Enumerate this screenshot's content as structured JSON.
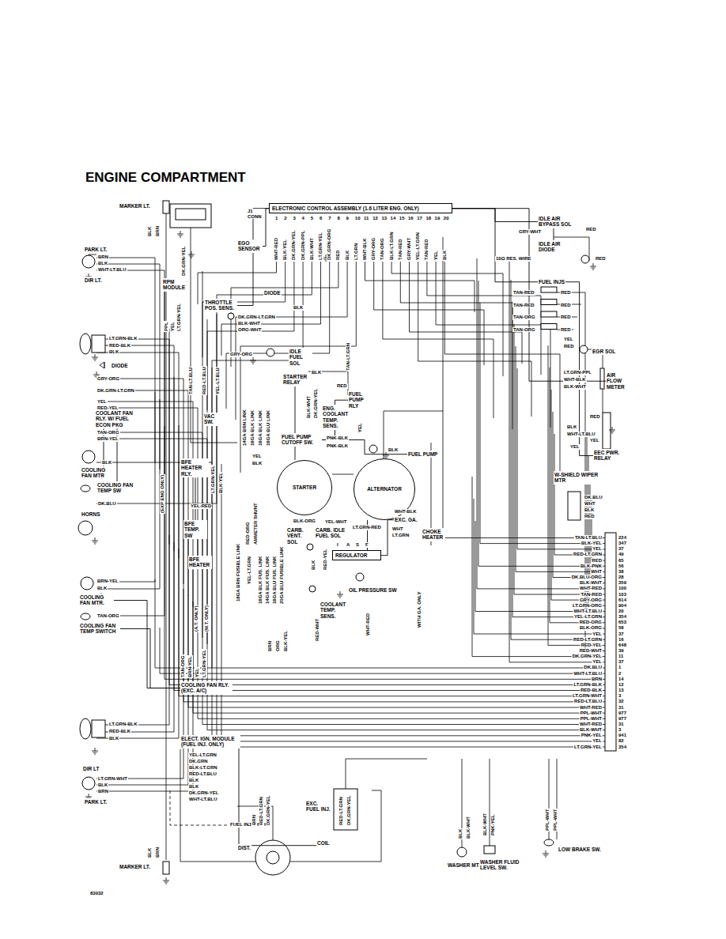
{
  "diagram": {
    "title": "ENGINE COMPARTMENT",
    "nodes": [
      {
        "text": [
          "MARKER LT."
        ]
      },
      {
        "text": [
          "ELECTRONIC CONTROL ASSEMBLY (1.6 LITER ENG. ONLY)"
        ]
      },
      {
        "text": [
          "EGO SENSOR"
        ]
      },
      {
        "text": [
          "IDLE AIR BYPASS SOL"
        ]
      },
      {
        "text": [
          "IDLE AIR DIODE"
        ]
      },
      {
        "text": [
          "FUEL INJS"
        ]
      },
      {
        "text": [
          "EGR SOL"
        ]
      },
      {
        "text": [
          "RPM MODULE"
        ]
      },
      {
        "text": [
          "THROTTLE POS. SENS."
        ]
      },
      {
        "text": [
          "IDLE FUEL SOL"
        ]
      },
      {
        "text": [
          "STARTER RELAY"
        ]
      },
      {
        "text": [
          "VAC SW."
        ]
      },
      {
        "text": [
          "ENG. COOLANT TEMP. SENS."
        ]
      },
      {
        "text": [
          "FUEL PUMP RLY"
        ]
      },
      {
        "text": [
          "FUEL PUMP CUTOFF SW."
        ]
      },
      {
        "text": [
          "FUEL PUMP"
        ]
      },
      {
        "text": [
          "AIR FLOW METER"
        ]
      },
      {
        "text": [
          "EEC PWR. RELAY"
        ]
      },
      {
        "text": [
          "STARTER"
        ]
      },
      {
        "text": [
          "ALTERNATOR"
        ]
      },
      {
        "text": [
          "W-SHIELD WIPER MTR"
        ]
      },
      {
        "text": [
          "BFE HEATER RLY."
        ]
      },
      {
        "text": [
          "BFE TEMP. SW"
        ]
      },
      {
        "text": [
          "BFE HEATER"
        ]
      },
      {
        "text": [
          "CARB. VENT. SOL"
        ]
      },
      {
        "text": [
          "CARB. IDLE FUEL SOL"
        ]
      },
      {
        "text": [
          "REGULATOR"
        ]
      },
      {
        "text": [
          "EXC. GA."
        ]
      },
      {
        "text": [
          "OIL PRESSURE SW"
        ]
      },
      {
        "text": [
          "COOLANT TEMP. SENS."
        ]
      },
      {
        "text": [
          "CHOKE HEATER"
        ]
      },
      {
        "text": [
          "COOLING FAN RLY. (EXC. A/C)"
        ]
      },
      {
        "text": [
          "ELECT. IGN. MODULE (FUEL INJ. ONLY)"
        ]
      },
      {
        "text": [
          "DIST."
        ]
      },
      {
        "text": [
          "COIL"
        ]
      },
      {
        "text": [
          "EXC. FUEL INJ."
        ]
      },
      {
        "text": [
          "WASHER MTR."
        ]
      },
      {
        "text": [
          "WASHER FLUID LEVEL SW."
        ]
      },
      {
        "text": [
          "LOW BRAKE SW."
        ]
      },
      {
        "text": [
          "PARK LT."
        ]
      },
      {
        "text": [
          "DIR LT."
        ]
      },
      {
        "text": [
          "COOLANT FAN RLY. W/ FUEL ECON PKG"
        ]
      },
      {
        "text": [
          "COOLING FAN MTR"
        ]
      },
      {
        "text": [
          "COOLING FAN TEMP SW"
        ]
      },
      {
        "text": [
          "HORNS"
        ]
      },
      {
        "text": [
          "COOLING FAN MTR."
        ]
      },
      {
        "text": [
          "COOLING FAN TEMP SWITCH"
        ]
      },
      {
        "text": [
          "DIR LT"
        ]
      },
      {
        "text": [
          "PARK LT."
        ]
      },
      {
        "text": [
          "MARKER LT."
        ]
      },
      {
        "text": [
          "DIODE"
        ]
      },
      {
        "text": [
          "DIODE"
        ]
      }
    ],
    "edges": [
      {
        "from": 1,
        "to": 2,
        "arrow": "none"
      },
      {
        "from": 1,
        "to": 8,
        "arrow": "none"
      },
      {
        "from": 1,
        "to": 3,
        "arrow": "none"
      },
      {
        "from": 3,
        "to": 4,
        "arrow": "none"
      },
      {
        "from": 1,
        "to": 5,
        "arrow": "none"
      },
      {
        "from": 5,
        "to": 17,
        "arrow": "none"
      },
      {
        "from": 1,
        "to": 16,
        "arrow": "none"
      },
      {
        "from": 10,
        "to": 18,
        "arrow": "none"
      },
      {
        "from": 19,
        "to": 26,
        "arrow": "none"
      },
      {
        "from": 26,
        "to": 27,
        "arrow": "none"
      },
      {
        "from": 13,
        "to": 14,
        "arrow": "none"
      },
      {
        "from": 14,
        "to": 15,
        "arrow": "none"
      },
      {
        "from": 32,
        "to": 33,
        "arrow": "none"
      },
      {
        "from": 34,
        "to": 33,
        "arrow": "none"
      },
      {
        "from": 21,
        "to": 22,
        "arrow": "none"
      },
      {
        "from": 22,
        "to": 23,
        "arrow": "none"
      },
      {
        "from": 43,
        "to": 41,
        "arrow": "none"
      },
      {
        "from": 41,
        "to": 42,
        "arrow": "none"
      },
      {
        "from": 46,
        "to": 31,
        "arrow": "none"
      },
      {
        "from": 45,
        "to": 31,
        "arrow": "none"
      }
    ],
    "labels": [
      "WHT-RED",
      "BLK-YEL",
      "DK.GRN-YEL",
      "DK.GRN-PPL",
      "BLK-WHT",
      "LT.GRN-YEL",
      "DK.GRN-ORG",
      "RED",
      "BLK",
      "LT.GRN",
      "WHT-BLK",
      "GRY-ORG",
      "TAN-ORG",
      "BLK-LT.GRN",
      "TAN-RED",
      "GRY-WHT",
      "YEL-LT.GRN",
      "TAN-RED",
      "YEL",
      "BLK",
      "1",
      "2",
      "3",
      "4",
      "5",
      "6",
      "7",
      "8",
      "9",
      "10",
      "11",
      "12",
      "13",
      "14",
      "15",
      "16",
      "17",
      "18",
      "19",
      "20",
      "J1 CONN",
      "GRY-WHT",
      "RED",
      "10Ω RES. WIRE",
      "RED",
      "TAN-RED",
      "RED",
      "TAN-RED",
      "RED",
      "TAN-ORG",
      "RED",
      "TAN-ORG",
      "RED",
      "YEL",
      "RED",
      "LT.GRN-PPL",
      "WHT-BLK",
      "BLK-WHT",
      "RED",
      "BLK",
      "WHT-LT.BLU",
      "YEL",
      "YEL",
      "DK.BLU",
      "WHT",
      "BLK",
      "RED",
      "TAN-LT.BLU",
      "BLK-YEL",
      "YEL",
      "RED-LT.GRN",
      "RED",
      "BLK-PNK",
      "WHT",
      "DK.BLU-ORG",
      "BLK-WHT",
      "WHT-RED",
      "TAN-RED",
      "GRY-ORG",
      "LT.GRN-ORG",
      "WHT-LT.BLU",
      "YEL-LT.GRN",
      "RED-ORG",
      "BLK-ORG",
      "YEL",
      "RED-LT.GRN",
      "RED-YEL",
      "RED-WHT",
      "DK.GRN-YEL",
      "YEL",
      "DK.BLU",
      "WHT-LT.BLU",
      "BRN",
      "LT.GRN-BLK",
      "RED-BLK",
      "LT.GRN-WHT",
      "RED-LT.BLU",
      "WHT-RED",
      "PPL-WHT",
      "PPL-WHT",
      "WHT-RED",
      "BLK-WHT",
      "PNK-YEL",
      "YEL",
      "LT.GRN-YEL",
      "224",
      "347",
      "37",
      "49",
      "65",
      "56",
      "38",
      "28",
      "359",
      "100",
      "103",
      "614",
      "904",
      "20",
      "354",
      "653",
      "58",
      "37",
      "16",
      "648",
      "39",
      "11",
      "37",
      "1",
      "2",
      "14",
      "12",
      "13",
      "3",
      "32",
      "31",
      "977",
      "977",
      "31",
      "3",
      "941",
      "82",
      "354",
      "BRN",
      "BLK",
      "WHT-LT.BLU",
      "LT.GRN-BLK",
      "RED-BLK",
      "BLK",
      "GRY-ORG",
      "DK.GRN-LT.GRN",
      "YEL",
      "RED-YEL",
      "TAN-ORG",
      "BRN-YEL",
      "BLK",
      "DK.BLU",
      "BRN-YEL",
      "BLK",
      "TAN-ORG",
      "LT.GRN-BLK",
      "RED-BLK",
      "BLK",
      "LT.GRN-WHT",
      "BLK",
      "BRN",
      "BLK",
      "BRN",
      "BLK",
      "BRN",
      "DK.GRN-YEL",
      "PPL",
      "YEL",
      "LT.GRN-YEL",
      "DK.GRN-LT.GRN",
      "BLK-WHT",
      "ORG-WHT",
      "BLK",
      "GRY-ORG",
      "BLK",
      "TAN-LT.BLU",
      "RED-LT.BLU",
      "YEL-LT.BLU",
      "14GA BRN LINK",
      "16GA BLK LINK",
      "16GA BLK LINK",
      "16GA BLU LINK",
      "BLK-WHT",
      "DK.GRN-YEL",
      "TAN-LT.GRN",
      "RED",
      "YEL",
      "PNK-BLK",
      "PNK-BLK",
      "BLK",
      "YEL",
      "BLK",
      "BLK-ORG",
      "WHT-BLK",
      "YEL-WHT",
      "LT.GRN-RED",
      "WHT",
      "LT.GRN",
      "I",
      "A",
      "S",
      "F",
      "RED-ORG",
      "AMMETER SHUNT",
      "(EXP ENG ONLY)",
      "YEL-RED",
      "LT.GRN-YEL",
      "BLK-YEL",
      "18GA BRN FUSIBLE LINK",
      "YEL-LT.GRN",
      "16GA BLK FUS. LINK",
      "14GA BLK FUS. LINK",
      "16GA BLU FUS. LINK",
      "20GA BLU FUSIBLE LINK",
      "BRN",
      "ORG",
      "BLK-YEL",
      "BLK",
      "RED-YEL",
      "RED-WHT",
      "WHT-RED",
      "(A.T. ONLY)",
      "(M.T. ONLY)",
      "TAN-ORG",
      "BRN-YEL",
      "YEL",
      "LT.GRN-YEL",
      "WITH GA. ONLY",
      "YEL-LT.GRN",
      "DK.GRN",
      "BLK-LT.GRN",
      "RED-LT.BLU",
      "BLK",
      "BLK",
      "DK.GRN-YEL",
      "WHT-LT.BLU",
      "FUEL INJ. ONLY",
      "BRN",
      "RED-LT.GRN",
      "DK.GRN-YEL",
      "RED-LT.GRN",
      "DK.GRN-YEL",
      "BLK",
      "BLK-WHT",
      "BLK-WHT",
      "PNK-YEL",
      "PPL-WHT",
      "PPL-WHT",
      "83032"
    ]
  }
}
